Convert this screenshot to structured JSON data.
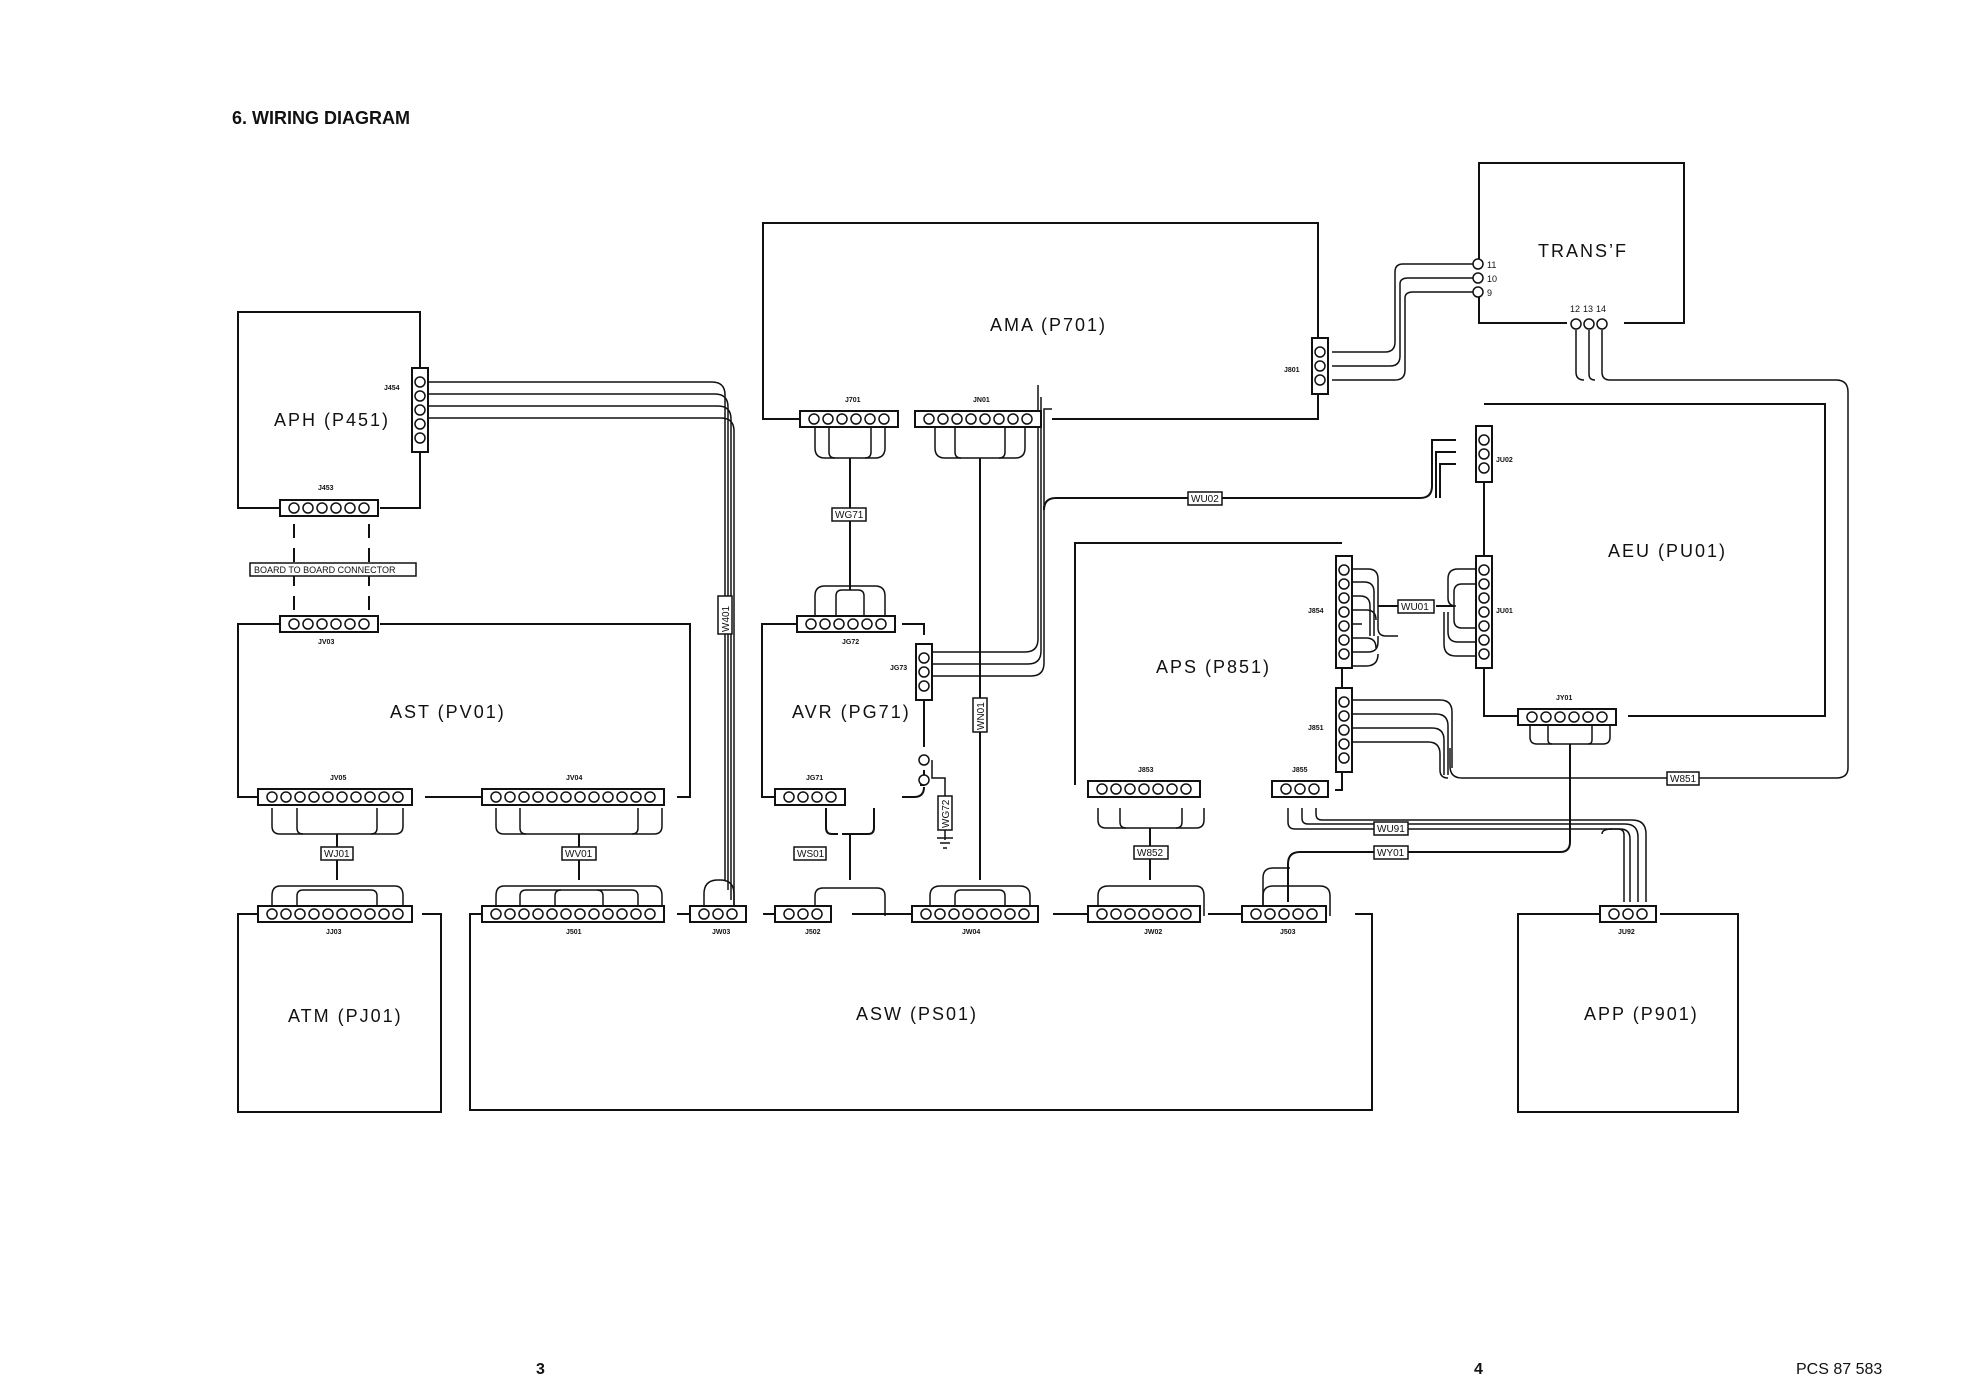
{
  "heading": "6. WIRING DIAGRAM",
  "footer": {
    "page_left": "3",
    "page_right": "4",
    "doc_code": "PCS 87 583"
  },
  "boards": {
    "aph": "APH (P451)",
    "ama": "AMA (P701)",
    "transf": "TRANS’F",
    "aeu": "AEU (PU01)",
    "aps": "APS (P851)",
    "ast": "AST (PV01)",
    "avr": "AVR (PG71)",
    "atm": "ATM (PJ01)",
    "asw": "ASW (PS01)",
    "app": "APP (P901)"
  },
  "connectors": {
    "j454": "J454",
    "j453": "J453",
    "jv03": "JV03",
    "jv05": "JV05",
    "jv04": "JV04",
    "jj03": "JJ03",
    "j501": "J501",
    "jw03": "JW03",
    "j502": "J502",
    "jw04": "JW04",
    "jw02": "JW02",
    "j503": "J503",
    "j701": "J701",
    "jn01": "JN01",
    "j801": "J801",
    "jg72": "JG72",
    "jg73": "JG73",
    "jg71": "JG71",
    "ju02": "JU02",
    "j854": "J854",
    "ju01": "JU01",
    "j851": "J851",
    "jy01": "JY01",
    "j853": "J853",
    "j855": "J855",
    "ju92": "JU92"
  },
  "wires": {
    "wv01": "WV01",
    "wj01": "WJ01",
    "w401": "W401",
    "wg71": "WG71",
    "ws01": "WS01",
    "wg72": "WG72",
    "wn01": "WN01",
    "wu02": "WU02",
    "wu01": "WU01",
    "w851": "W851",
    "w852": "W852",
    "wu91": "WU91",
    "wy01": "WY01"
  },
  "notes": {
    "board_to_board": "BOARD TO BOARD CONNECTOR"
  },
  "transformer_pins": {
    "p11": "11",
    "p10": "10",
    "p9": "9",
    "p12": "12",
    "p13": "13",
    "p14": "14"
  }
}
